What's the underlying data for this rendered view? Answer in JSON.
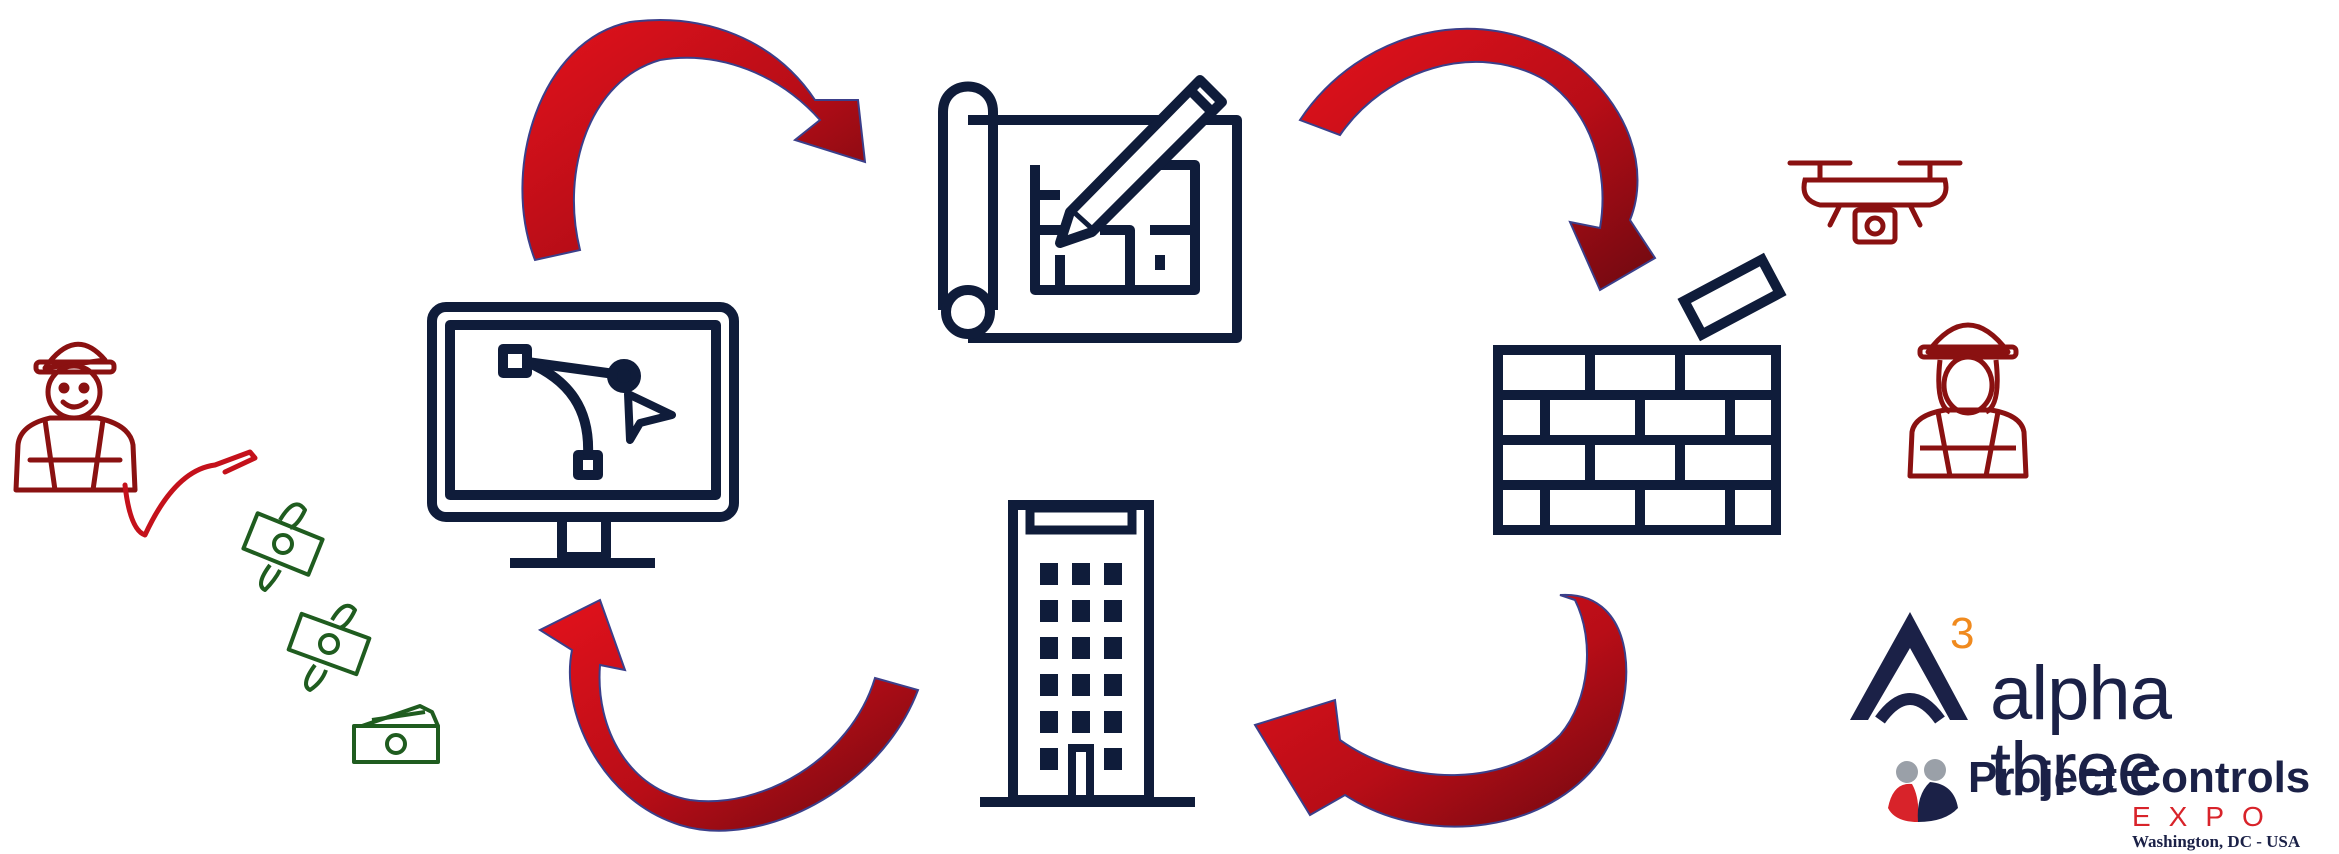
{
  "logos": {
    "alpha_three": {
      "text": "alpha three",
      "superscript": "3"
    },
    "project_controls_expo": {
      "title": "Project Controls",
      "subtitle": "EXPO",
      "location": "Washington, DC - USA"
    }
  },
  "colors": {
    "navy": "#0f1c3a",
    "arrow_red": "#c4111b",
    "arrow_dark": "#7d0a10",
    "worker_red": "#8a1111",
    "money_green": "#1f5c1f",
    "brand_navy": "#1b2147",
    "brand_orange": "#f08a1e",
    "brand_red": "#d8232a"
  }
}
